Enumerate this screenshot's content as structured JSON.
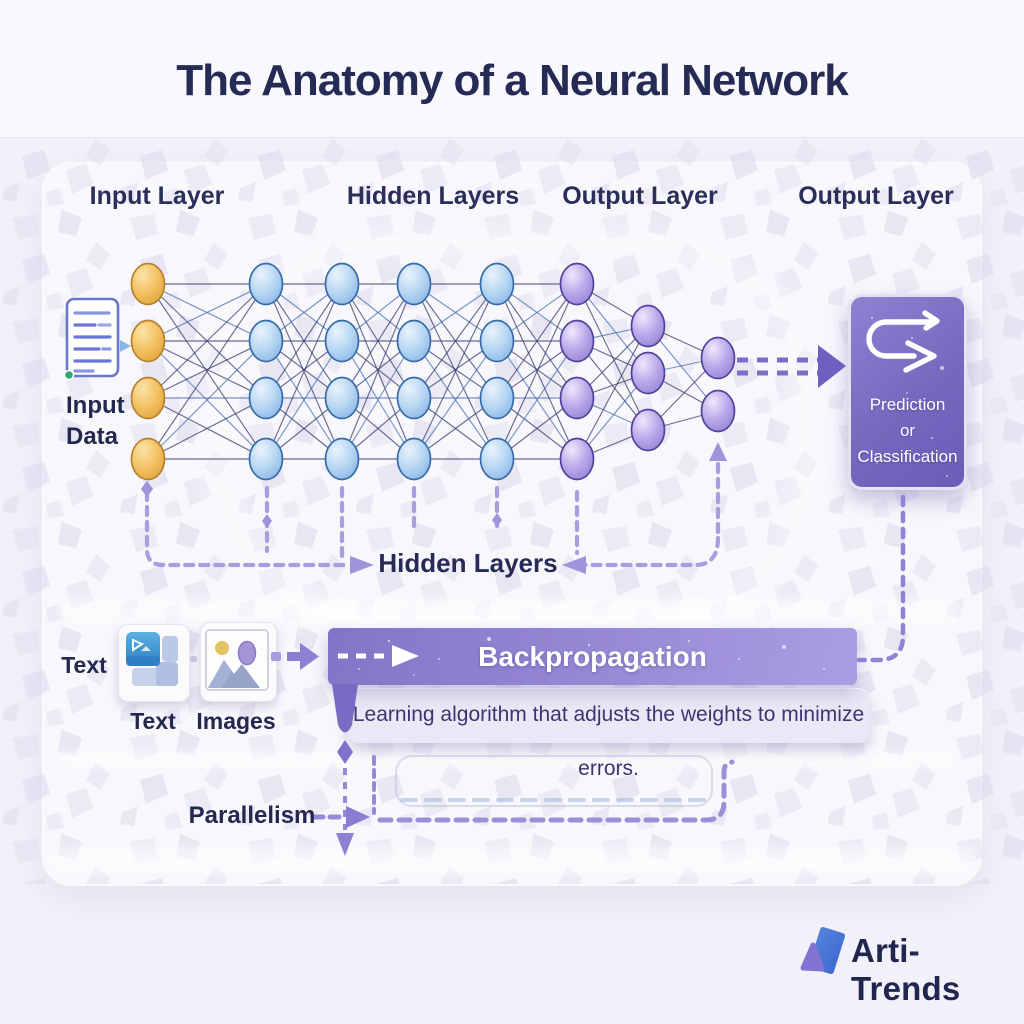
{
  "title": "The Anatomy of a Neural Network",
  "layer_labels": [
    "Input Layer",
    "Hidden Layers",
    "Output Layer",
    "Output Layer"
  ],
  "input_data": {
    "label": "Input Data"
  },
  "network": {
    "layers": [
      {
        "role": "input",
        "count": 4
      },
      {
        "role": "hidden",
        "count": 4
      },
      {
        "role": "hidden",
        "count": 4
      },
      {
        "role": "hidden",
        "count": 4
      },
      {
        "role": "hidden",
        "count": 4
      },
      {
        "role": "output",
        "count": 4
      },
      {
        "role": "output",
        "count": 3
      },
      {
        "role": "output",
        "count": 2
      }
    ]
  },
  "hidden_layers_caption": "Hidden Layers",
  "prediction_box": {
    "lines": [
      "Prediction",
      "or",
      "Classification"
    ]
  },
  "backpropagation": {
    "title": "Backpropagation",
    "description": "Learning algorithm that adjusts the weights to minimize errors."
  },
  "modalities": {
    "side_label": "Text",
    "tiles": [
      {
        "label": "Text"
      },
      {
        "label": "Images"
      }
    ]
  },
  "parallelism": {
    "label": "Parallelism"
  },
  "brand": {
    "name": "Arti-Trends"
  },
  "colors": {
    "accent_purple": "#8578cb",
    "node_orange": "#eeb24c",
    "node_blue": "#a9cdf0",
    "node_purple": "#b0a0e4",
    "dashed_lavender": "#9a90d8",
    "title_navy": "#262b55"
  }
}
